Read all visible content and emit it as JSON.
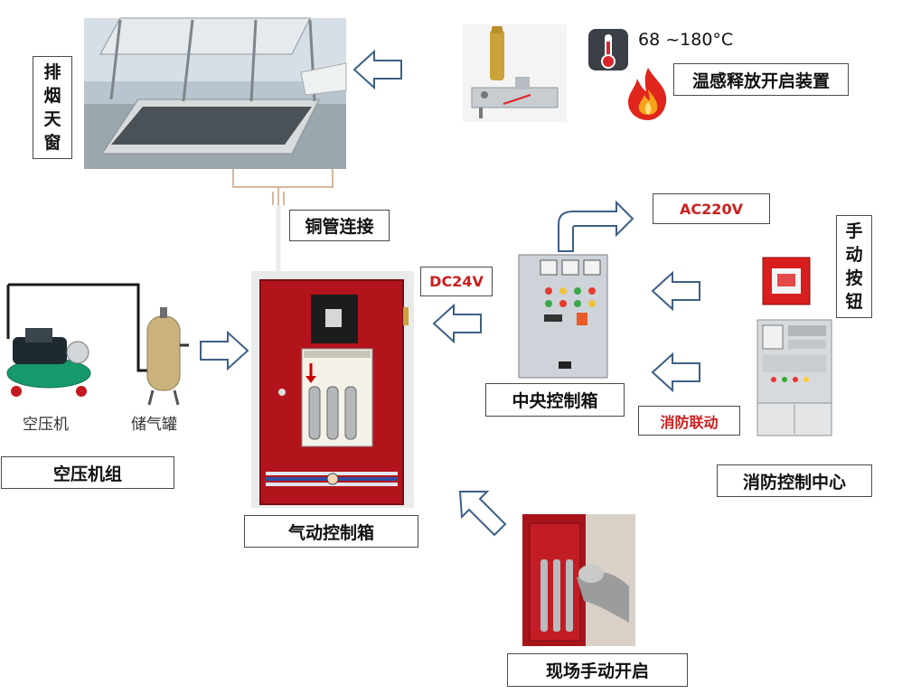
{
  "labels": {
    "smoke_window": [
      "排",
      "烟",
      "天",
      "窗"
    ],
    "copper_pipe": "铜管连接",
    "temperature": "68 ~180°C",
    "thermal_release": "温感释放开启装置",
    "ac220v": "AC220V",
    "manual_button": [
      "手",
      "动",
      "按",
      "钮"
    ],
    "dc24v": "DC24V",
    "central_box": "中央控制箱",
    "fire_linkage": "消防联动",
    "compressor": "空压机",
    "storage_tank": "储气罐",
    "compressor_group": "空压机组",
    "pneumatic_box": "气动控制箱",
    "fire_control_center": "消防控制中心",
    "site_manual_open": "现场手动开启"
  },
  "colors": {
    "arrow_fill": "#ffffff",
    "arrow_stroke": "#3d5f86",
    "cabinet_red": "#b3141c",
    "label_red": "#cc1f1f"
  },
  "icons": [
    "thermometer-icon",
    "flame-icon"
  ]
}
